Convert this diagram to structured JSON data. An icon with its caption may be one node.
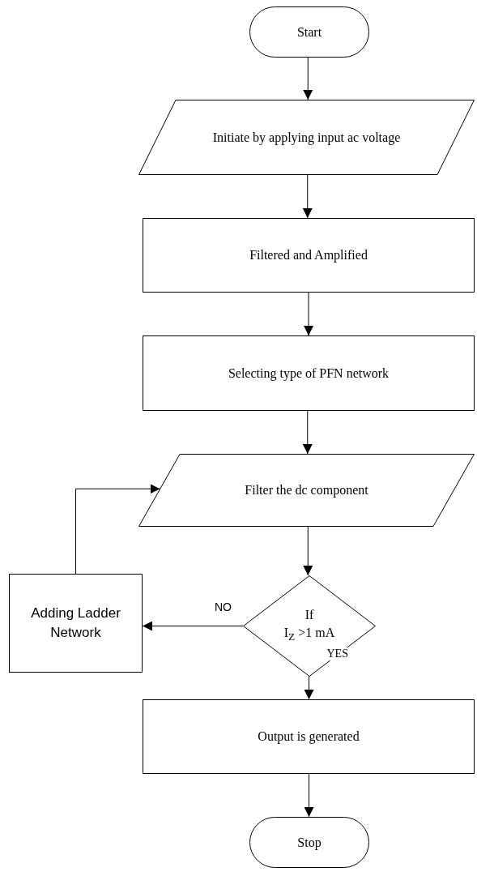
{
  "diagram": {
    "nodes": [
      {
        "text": [
          "Start"
        ]
      },
      {
        "text": [
          "Initiate by applying input ac voltage"
        ]
      },
      {
        "text": [
          "Filtered and Amplified"
        ]
      },
      {
        "text": [
          "Selecting type of PFN network"
        ]
      },
      {
        "text": [
          "Filter the dc component"
        ]
      },
      {
        "text": [
          "If",
          "I$_{Z}$ >1 mA"
        ]
      },
      {
        "text": [
          "Adding Ladder Network"
        ]
      },
      {
        "text": [
          "Output is generated"
        ]
      },
      {
        "text": [
          "Stop"
        ]
      }
    ],
    "edges": [
      {
        "from": 0,
        "to": 1,
        "arrow": "to"
      },
      {
        "from": 1,
        "to": 2,
        "arrow": "to"
      },
      {
        "from": 2,
        "to": 3,
        "arrow": "to"
      },
      {
        "from": 3,
        "to": 4,
        "arrow": "to"
      },
      {
        "from": 4,
        "to": 5,
        "arrow": "to"
      },
      {
        "from": 5,
        "to": 6,
        "arrow": "to",
        "label": "NO"
      },
      {
        "from": 6,
        "to": 4,
        "arrow": "to"
      },
      {
        "from": 5,
        "to": 7,
        "arrow": "to",
        "label": "YES"
      },
      {
        "from": 7,
        "to": 8,
        "arrow": "to"
      }
    ]
  }
}
